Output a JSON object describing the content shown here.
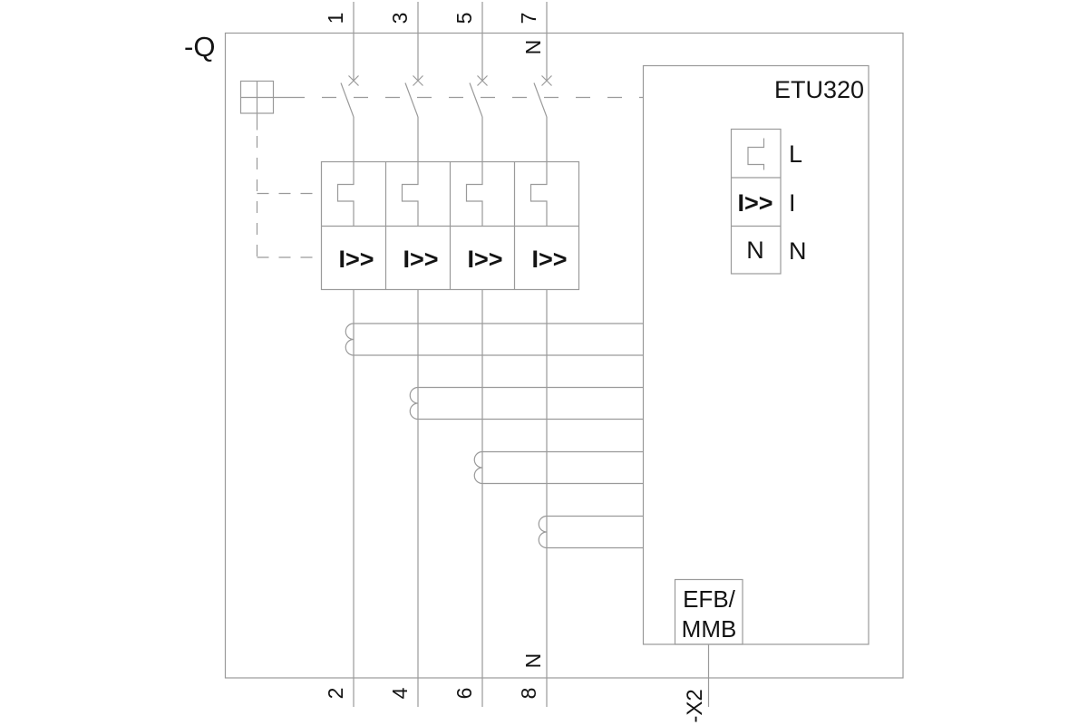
{
  "colors": {
    "line": "#9a9a9a",
    "text": "#141414"
  },
  "breaker": {
    "designation": "-Q"
  },
  "poles": [
    {
      "top_terminal": "1",
      "bottom_terminal": "2",
      "instantaneous_symbol": "I>>"
    },
    {
      "top_terminal": "3",
      "bottom_terminal": "4",
      "instantaneous_symbol": "I>>"
    },
    {
      "top_terminal": "5",
      "bottom_terminal": "6",
      "instantaneous_symbol": "I>>"
    },
    {
      "top_terminal": "7",
      "bottom_terminal": "8",
      "top_neutral": "N",
      "bottom_neutral": "N",
      "instantaneous_symbol": "I>>"
    }
  ],
  "etu": {
    "title": "ETU320",
    "rows": [
      {
        "cell": "",
        "label": "L"
      },
      {
        "cell": "I>>",
        "label": "I"
      },
      {
        "cell": "N",
        "label": "N"
      }
    ],
    "efb_line1": "EFB/",
    "efb_line2": "MMB"
  },
  "terminal": {
    "designation": "-X2"
  }
}
